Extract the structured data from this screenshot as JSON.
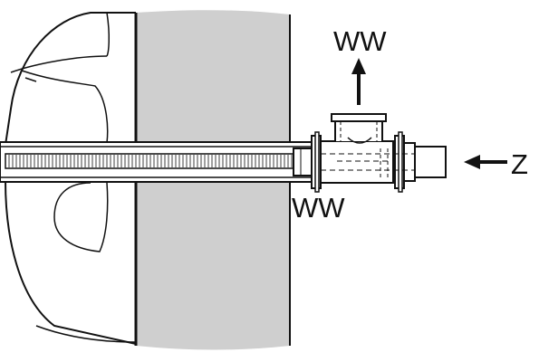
{
  "labels": {
    "outlet_top": "WW",
    "outlet_bottom": "WW",
    "inlet": "Z"
  },
  "colors": {
    "stroke": "#111111",
    "wall_fill": "#cfcfcf",
    "background": "#ffffff"
  },
  "icons": {
    "outlet_arrow": "arrow-up-icon",
    "inlet_arrow": "arrow-left-icon"
  }
}
